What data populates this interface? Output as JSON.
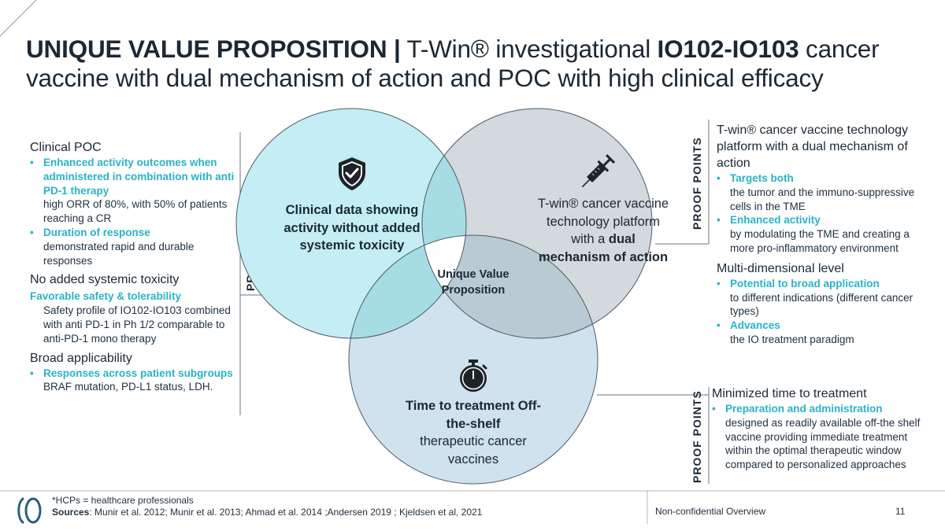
{
  "title": {
    "bold1": "UNIQUE VALUE PROPOSITION |",
    "part2": " T-Win® investigational ",
    "bold2": "IO102-IO103",
    "part3": " cancer vaccine with dual mechanism of action and POC with high clinical efficacy"
  },
  "left_column": {
    "clinical_poc": {
      "heading": "Clinical POC",
      "b1_title": "Enhanced activity outcomes when administered in combination with anti PD-1 therapy",
      "b1_text": "high ORR of 80%, with 50% of patients reaching a CR",
      "b2_title": "Duration of response",
      "b2_text": "demonstrated rapid and durable responses"
    },
    "safety": {
      "heading": "No added systemic toxicity",
      "b_title": "Favorable safety & tolerability",
      "b_text": "Safety profile of IO102-IO103 combined with anti PD-1 in Ph 1/2 comparable to anti-PD-1 mono therapy"
    },
    "broad": {
      "heading": "Broad applicability",
      "b_title": "Responses across patient subgroups",
      "b_text": "BRAF mutation, PD-L1 status, LDH."
    }
  },
  "proof_points_label": "PROOF POINTS",
  "right_top": {
    "heading": "T-win® cancer vaccine technology platform with a dual mechanism of action",
    "b1_title": "Targets both",
    "b1_text": "the tumor and the immuno-suppressive cells in the TME",
    "b2_title": "Enhanced activity",
    "b2_text": "by modulating the TME and creating a more pro-inflammatory environment",
    "heading2": "Multi-dimensional level",
    "b3_title": "Potential to broad application",
    "b3_text": "to different indications (different cancer types)",
    "b4_title": "Advances",
    "b4_text": "the IO treatment paradigm"
  },
  "right_bottom": {
    "heading": "Minimized time to treatment",
    "b_title": "Preparation and administration",
    "b_text": "designed as readily available off-the shelf vaccine providing immediate treatment within the optimal therapeutic window compared to personalized approaches"
  },
  "venn": {
    "left": "Clinical data showing activity without added systemic toxicity",
    "right_1": "T-win® cancer vaccine technology platform with a ",
    "right_bold": "dual mechanism of action",
    "bottom_bold": "Time to treatment Off-the-shelf",
    "bottom_rest": "therapeutic cancer vaccines",
    "center": "Unique Value Proposition",
    "colors": {
      "left": "#c4eef4",
      "right": "#d4d9dd",
      "bottom": "#cfe2ee",
      "overlap": "#a6dde5",
      "overlap_grey": "#b9cad3",
      "border": "#4d5c68"
    }
  },
  "footer": {
    "note": "*HCPs = healthcare professionals",
    "sources_label": "Sources",
    "sources": ": Munir et al. 2012; Munir et al. 2013; Ahmad et al. 2014 ;Andersen 2019 ; Kjeldsen et al, 2021",
    "confidential": "Non-confidential Overview",
    "page": "11"
  }
}
